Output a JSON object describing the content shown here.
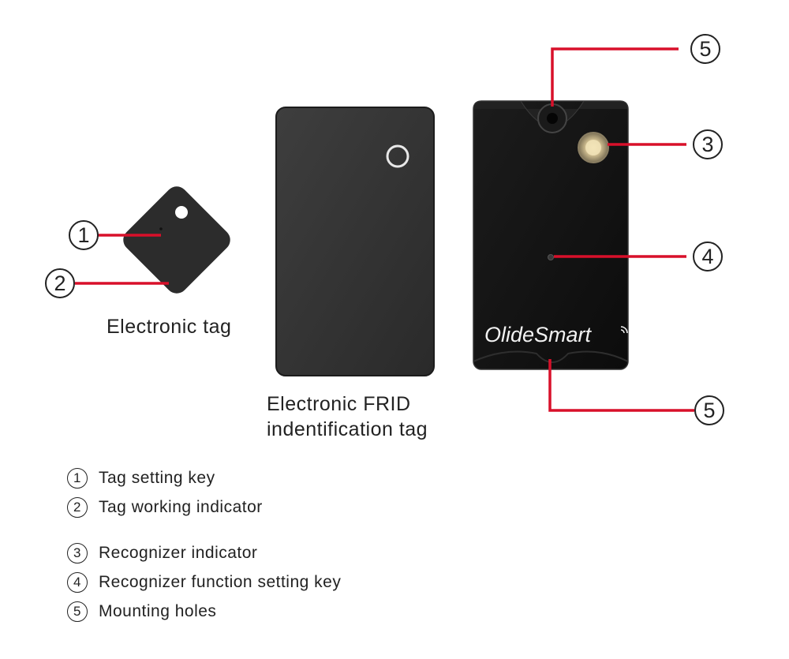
{
  "callouts": {
    "c1": "1",
    "c2": "2",
    "c3": "3",
    "c4": "4",
    "c5_top": "5",
    "c5_bottom": "5"
  },
  "captions": {
    "small_tag": "Electronic tag",
    "card_line1": "Electronic FRID",
    "card_line2": "indentification tag"
  },
  "device": {
    "brand": "OlideSmart"
  },
  "legend": [
    {
      "num": "1",
      "label": "Tag setting key"
    },
    {
      "num": "2",
      "label": "Tag working indicator"
    },
    {
      "num": "3",
      "label": "Recognizer indicator"
    },
    {
      "num": "4",
      "label": "Recognizer function setting key"
    },
    {
      "num": "5",
      "label": "Mounting holes"
    }
  ],
  "colors": {
    "leader_line": "#d8102a",
    "device_body": "#141414"
  }
}
